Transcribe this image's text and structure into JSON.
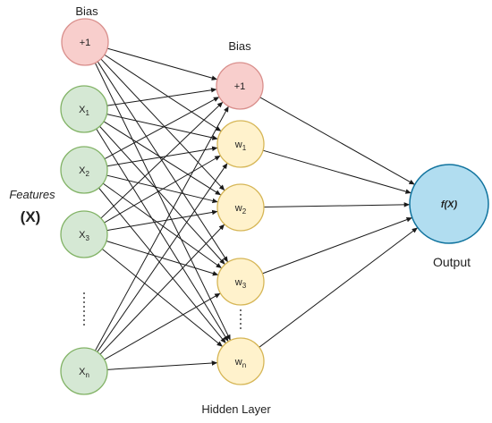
{
  "input_bias_label": "Bias",
  "hidden_bias_label": "Bias",
  "features_label": "Features",
  "features_symbol": "(X)",
  "hidden_layer_label": "Hidden Layer",
  "output_label": "Output",
  "input_nodes": [
    {
      "label": "+1",
      "kind": "bias"
    },
    {
      "label": "X",
      "sub": "1",
      "kind": "feature"
    },
    {
      "label": "X",
      "sub": "2",
      "kind": "feature"
    },
    {
      "label": "X",
      "sub": "3",
      "kind": "feature"
    },
    {
      "label": "X",
      "sub": "n",
      "kind": "feature"
    }
  ],
  "hidden_nodes": [
    {
      "label": "+1",
      "kind": "bias"
    },
    {
      "label": "w",
      "sub": "1",
      "kind": "unit"
    },
    {
      "label": "w",
      "sub": "2",
      "kind": "unit"
    },
    {
      "label": "w",
      "sub": "3",
      "kind": "unit"
    },
    {
      "label": "w",
      "sub": "n",
      "kind": "unit"
    }
  ],
  "output_node": {
    "label": "f(X)"
  },
  "colors": {
    "bias_fill": "#f8cecc",
    "bias_stroke": "#d98f8c",
    "feature_fill": "#d5e8d4",
    "feature_stroke": "#82b366",
    "unit_fill": "#fff2cc",
    "unit_stroke": "#d6b656",
    "output_fill": "#b1ddf0",
    "output_stroke": "#10739e",
    "edge": "#1a1a1a"
  }
}
